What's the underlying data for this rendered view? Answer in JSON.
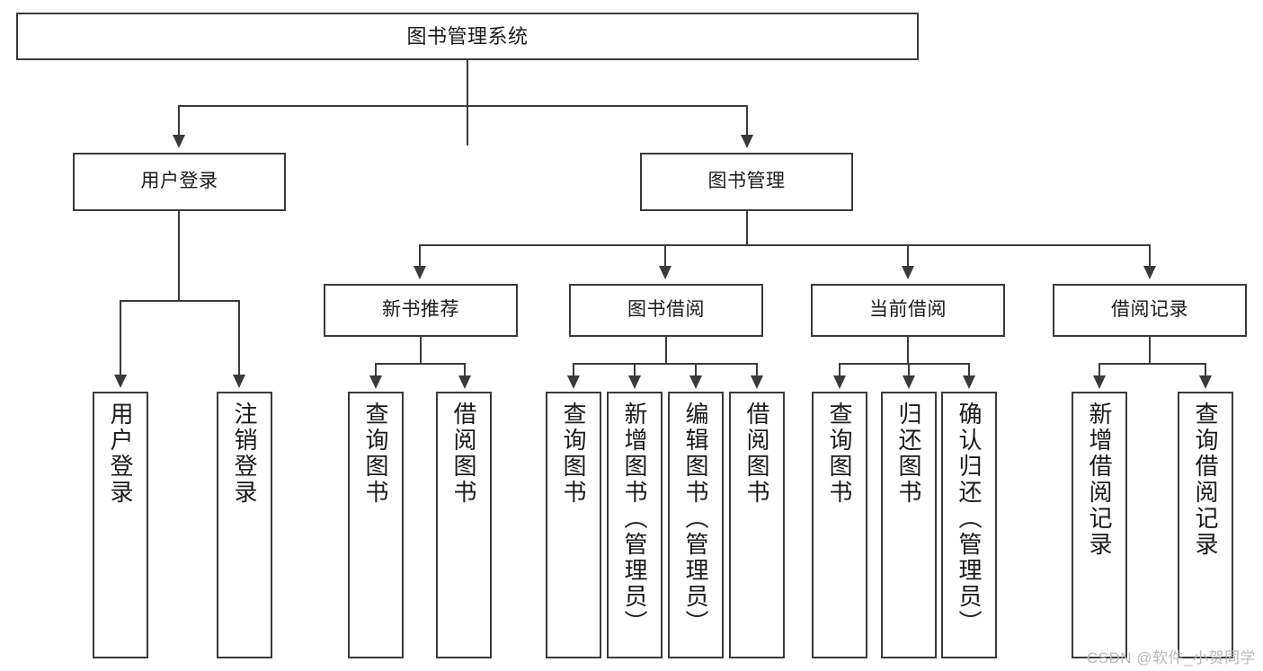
{
  "diagram": {
    "title": "图书管理系统",
    "type": "功能结构图",
    "watermark": "CSDN @软件_小贺同学",
    "colors": {
      "stroke": "#3a3a3a",
      "fill": "#ffffff",
      "text": "#1a1a1a",
      "watermark": "#b9b9b9"
    },
    "root": {
      "label": "图书管理系统"
    },
    "level2": [
      {
        "label": "用户登录"
      },
      {
        "label": "图书管理"
      }
    ],
    "level3": [
      {
        "label": "新书推荐"
      },
      {
        "label": "图书借阅"
      },
      {
        "label": "当前借阅"
      },
      {
        "label": "借阅记录"
      }
    ],
    "leaves": {
      "user_login": [
        {
          "label": "用户登录"
        },
        {
          "label": "注销登录"
        }
      ],
      "new_book": [
        {
          "label": "查询图书"
        },
        {
          "label": "借阅图书"
        }
      ],
      "book_borrow": [
        {
          "label": "查询图书"
        },
        {
          "label": "新增图书（管理员）"
        },
        {
          "label": "编辑图书（管理员）"
        },
        {
          "label": "借阅图书"
        }
      ],
      "current_borrow": [
        {
          "label": "查询图书"
        },
        {
          "label": "归还图书"
        },
        {
          "label": "确认归还（管理员）"
        }
      ],
      "borrow_record": [
        {
          "label": "新增借阅记录"
        },
        {
          "label": "查询借阅记录"
        }
      ]
    }
  }
}
